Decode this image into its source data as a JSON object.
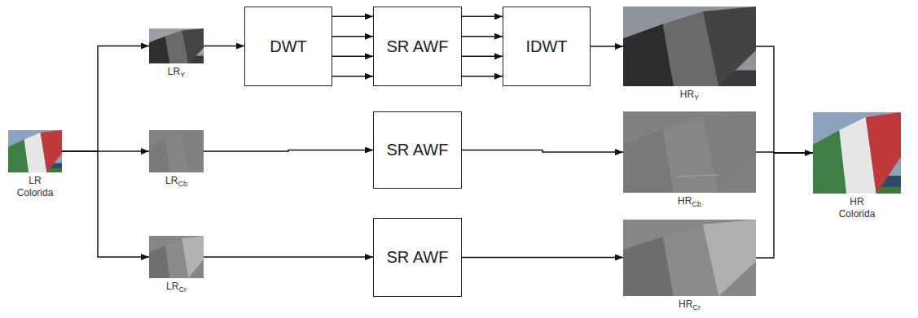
{
  "diagram": {
    "nodes": [
      {
        "text": [
          "LR Colorida"
        ]
      },
      {
        "text": [
          "LR",
          "Y"
        ]
      },
      {
        "text": [
          "DWT"
        ]
      },
      {
        "text": [
          "SR AWF"
        ]
      },
      {
        "text": [
          "IDWT"
        ]
      },
      {
        "text": [
          "HR",
          "Y"
        ]
      },
      {
        "text": [
          "LR",
          "Cb"
        ]
      },
      {
        "text": [
          "SR AWF"
        ]
      },
      {
        "text": [
          "HR",
          "Cb"
        ]
      },
      {
        "text": [
          "LR",
          "Cr"
        ]
      },
      {
        "text": [
          "SR AWF"
        ]
      },
      {
        "text": [
          "HR",
          "Cr"
        ]
      },
      {
        "text": [
          "HR Colorida"
        ]
      }
    ],
    "edges": [
      {
        "from": 0,
        "to": 1,
        "arrow": "to"
      },
      {
        "from": 0,
        "to": 6,
        "arrow": "to"
      },
      {
        "from": 0,
        "to": 9,
        "arrow": "to"
      },
      {
        "from": 1,
        "to": 2,
        "arrow": "to"
      },
      {
        "from": 2,
        "to": 3,
        "arrow": "to"
      },
      {
        "from": 2,
        "to": 3,
        "arrow": "to"
      },
      {
        "from": 2,
        "to": 3,
        "arrow": "to"
      },
      {
        "from": 2,
        "to": 3,
        "arrow": "to"
      },
      {
        "from": 3,
        "to": 4,
        "arrow": "to"
      },
      {
        "from": 3,
        "to": 4,
        "arrow": "to"
      },
      {
        "from": 3,
        "to": 4,
        "arrow": "to"
      },
      {
        "from": 3,
        "to": 4,
        "arrow": "to"
      },
      {
        "from": 4,
        "to": 5,
        "arrow": "to"
      },
      {
        "from": 6,
        "to": 7,
        "arrow": "to"
      },
      {
        "from": 7,
        "to": 8,
        "arrow": "to"
      },
      {
        "from": 9,
        "to": 10,
        "arrow": "to"
      },
      {
        "from": 10,
        "to": 11,
        "arrow": "to"
      },
      {
        "from": 5,
        "to": 12,
        "arrow": "none"
      },
      {
        "from": 8,
        "to": 12,
        "arrow": "to"
      },
      {
        "from": 11,
        "to": 12,
        "arrow": "none"
      }
    ]
  }
}
